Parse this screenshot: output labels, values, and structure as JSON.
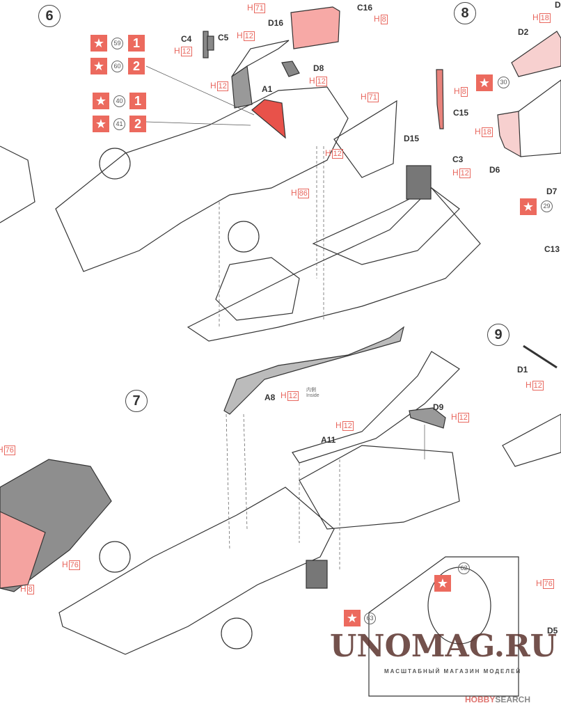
{
  "steps": {
    "s6": "6",
    "s7": "7",
    "s8": "8",
    "s9": "9"
  },
  "parts": {
    "C16": "C16",
    "D16": "D16",
    "C4": "C4",
    "C5": "C5",
    "D8": "D8",
    "A1": "A1",
    "D15": "D15",
    "C3": "C3",
    "C15": "C15",
    "D2": "D2",
    "D6": "D6",
    "D7": "D7",
    "C13": "C13",
    "D_partial": "D",
    "A8": "A8",
    "A11": "A11",
    "D9": "D9",
    "D1": "D1",
    "D5": "D5"
  },
  "colors": {
    "prefix": "H",
    "c71": "71",
    "c8": "8",
    "c12": "12",
    "c86": "86",
    "c18": "18",
    "c76": "76"
  },
  "decals": {
    "n59": "59",
    "n60": "60",
    "n40": "40",
    "n41": "41",
    "n30": "30",
    "n29": "29",
    "n62": "62",
    "n63": "63",
    "seq1": "1",
    "seq2": "2",
    "star": "★"
  },
  "notes": {
    "inside_jp": "内側",
    "inside_en": "Inside"
  },
  "watermark": {
    "title": "UNOMAG.RU",
    "subtitle": "МАСШТАБНЫЙ МАГАЗИН МОДЕЛЕЙ",
    "source_a": "HOBBY",
    "source_b": "SEARCH"
  },
  "colors_hex": {
    "pink": "#f7a9a6",
    "red": "#e8524a",
    "grey": "#9a9a9a",
    "accent": "#ec6a5e"
  }
}
